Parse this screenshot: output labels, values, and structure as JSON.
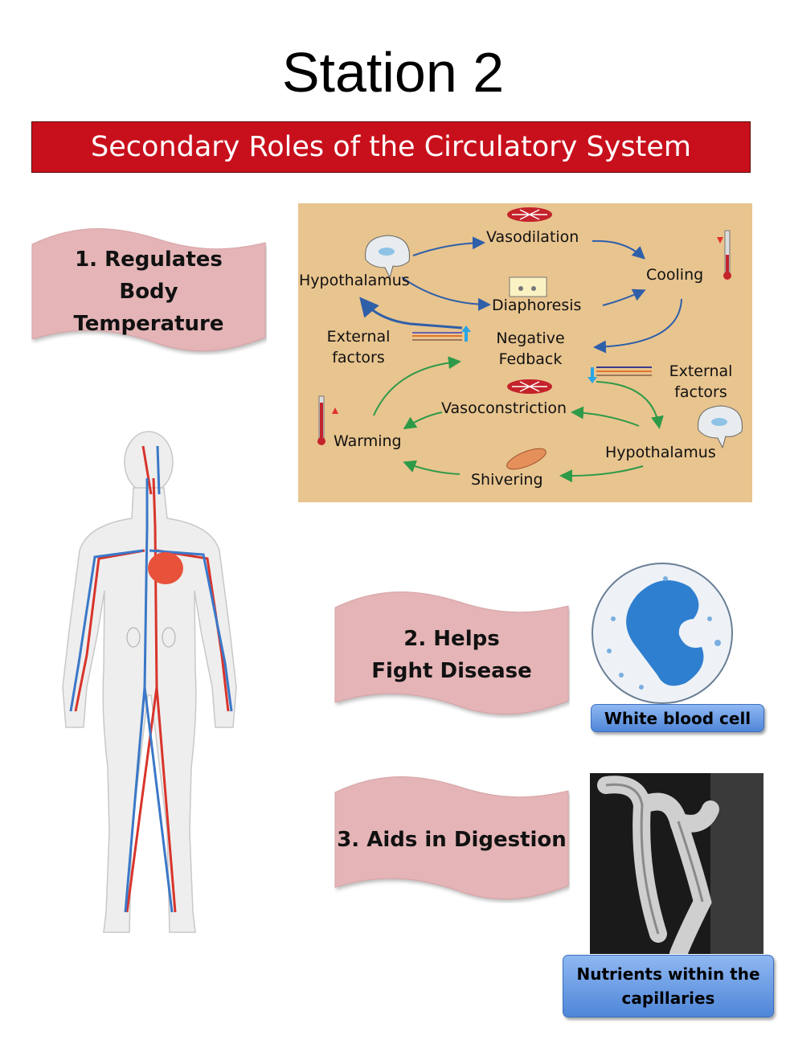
{
  "title": "Station 2",
  "subtitle": "Secondary Roles of the Circulatory System",
  "roles": [
    {
      "label": "1. Regulates Body Temperature"
    },
    {
      "label": "2. Helps Fight Disease"
    },
    {
      "label": "3. Aids in Digestion"
    }
  ],
  "diagram": {
    "vasodilation": "Vasodilation",
    "hypothalamus_top": "Hypothalamus",
    "cooling": "Cooling",
    "diaphoresis": "Diaphoresis",
    "external_factors_left": [
      "External",
      "factors"
    ],
    "negative_feedback": [
      "Negative",
      "Fedback"
    ],
    "external_factors_right": [
      "External",
      "factors"
    ],
    "vasoconstriction": "Vasoconstriction",
    "warming": "Warming",
    "hypothalamus_bottom": "Hypothalamus",
    "shivering": "Shivering"
  },
  "images": {
    "white_blood_cell_caption": "White blood cell",
    "capillaries_caption": [
      "Nutrients within the",
      "capillaries"
    ]
  },
  "colors": {
    "banner_red": "#c8101c",
    "ribbon_pink": "#e4b4b6",
    "diagram_bg": "#e8c48f",
    "caption_blue": "#5b8fdc"
  }
}
